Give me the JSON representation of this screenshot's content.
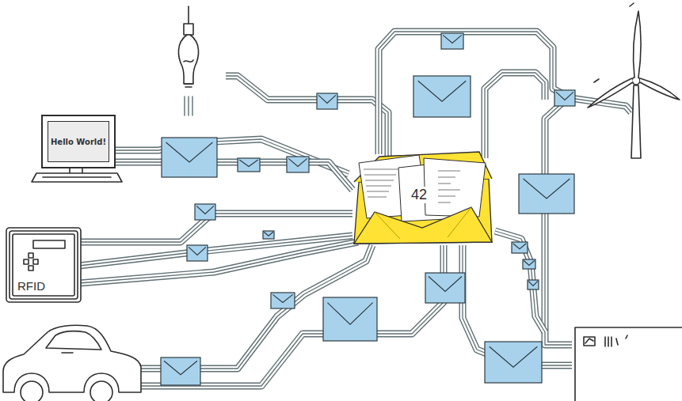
{
  "diagram": {
    "nodes": [
      {
        "text": [
          "Hello World!"
        ]
      },
      {
        "text": [
          "RFID"
        ]
      },
      {
        "text": [
          "42"
        ]
      }
    ],
    "edges": [
      {
        "from": 0,
        "to": 2,
        "arrow": "none"
      },
      {
        "from": 1,
        "to": 2,
        "arrow": "none"
      }
    ]
  }
}
